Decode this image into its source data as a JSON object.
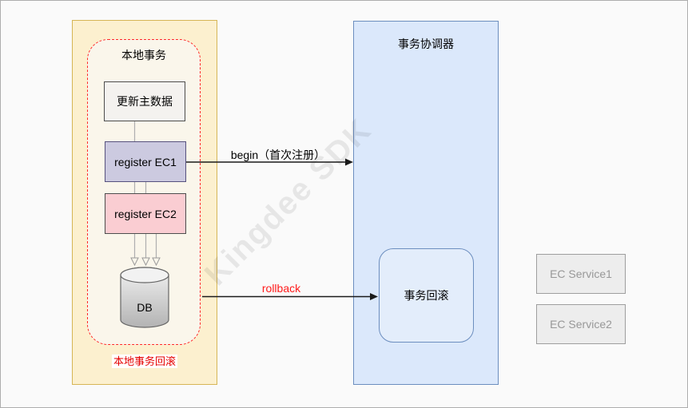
{
  "watermark": "Kingdee SDK",
  "local_transaction": {
    "title": "本地事务",
    "footer_label": "本地事务回滚",
    "update_node": "更新主数据",
    "ec1_node": "register EC1",
    "ec2_node": "register EC2",
    "db_node": "DB"
  },
  "coordinator": {
    "title": "事务协调器",
    "rollback_node": "事务回滚"
  },
  "services": {
    "service1": "EC Service1",
    "service2": "EC Service2"
  },
  "arrows": {
    "begin_label": "begin（首次注册）",
    "rollback_label": "rollback"
  },
  "colors": {
    "local_container_fill": "#FCF0CF",
    "local_container_stroke": "#D6B656",
    "dashed_group_fill": "#FAF6EB",
    "dashed_group_stroke": "#FF2A2A",
    "update_node_fill": "#F4F2EF",
    "ec1_node_fill": "#CCCAE0",
    "ec2_node_fill": "#FACDD2",
    "coordinator_fill": "#DBE8FB",
    "coordinator_stroke": "#6C8EBF",
    "service_fill": "#EDEDED",
    "rollback_label_color": "#FF1A1A",
    "footer_label_color": "#E60000"
  }
}
